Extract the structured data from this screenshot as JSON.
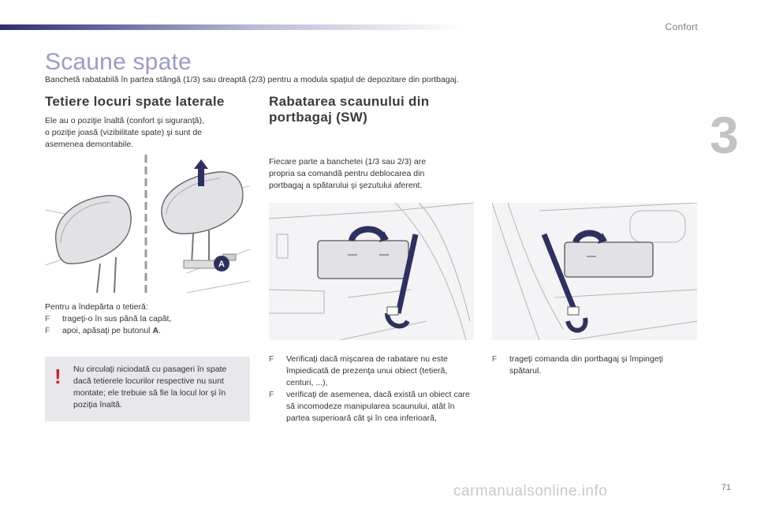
{
  "header": {
    "section": "Confort",
    "chapter": "3"
  },
  "page": {
    "title": "Scaune spate",
    "intro": "Banchetă rabatabilă în partea stângă (1/3) sau dreaptă (2/3) pentru a modula spaţiul de depozitare din portbagaj.",
    "page_number": "71",
    "watermark": "carmanualsonline.info"
  },
  "left": {
    "heading": "Tetiere locuri spate laterale",
    "para": "Ele au o poziţie înaltă (confort şi siguranţă),\no poziţie joasă (vizibilitate spate) şi sunt de\nasemenea demontabile.",
    "figure_label": "A",
    "remove_intro": "Pentru a îndepărta o tetieră:",
    "bullets": [
      "trageţi-o în sus până la capăt,",
      "apoi, apăsaţi pe butonul "
    ],
    "button_ref": "A",
    "warning_symbol": "!",
    "warning": "Nu circulaţi niciodată cu pasageri în spate dacă tetierele locurilor respective nu sunt montate; ele trebuie să fie la locul lor şi în poziţia înaltă."
  },
  "right": {
    "heading": "Rabatarea scaunului din portbagaj (SW)",
    "para": "Fiecare parte a banchetei (1/3 sau 2/3) are\npropria sa comandă pentru deblocarea din\nportbagaj a spătarului şi şezutului aferent.",
    "bullets_left": [
      "Verificaţi dacă mişcarea de rabatare nu este împiedicată de prezenţa unui obiect (tetieră, centuri, ...),",
      "verificaţi de asemenea, dacă există un obiect care să incomodeze manipularea scaunului, atât în partea superioară cât şi în cea inferioară,"
    ],
    "bullets_right": [
      "trageţi comanda din portbagaj şi împingeţi spătarul."
    ]
  },
  "bullet_symbol": "F",
  "colors": {
    "title": "#9a9cc8",
    "accent_navy": "#2a2f6e",
    "warning_red": "#d41f2d",
    "warning_bg": "#e8e8ec",
    "arrow": "#2d3160"
  }
}
